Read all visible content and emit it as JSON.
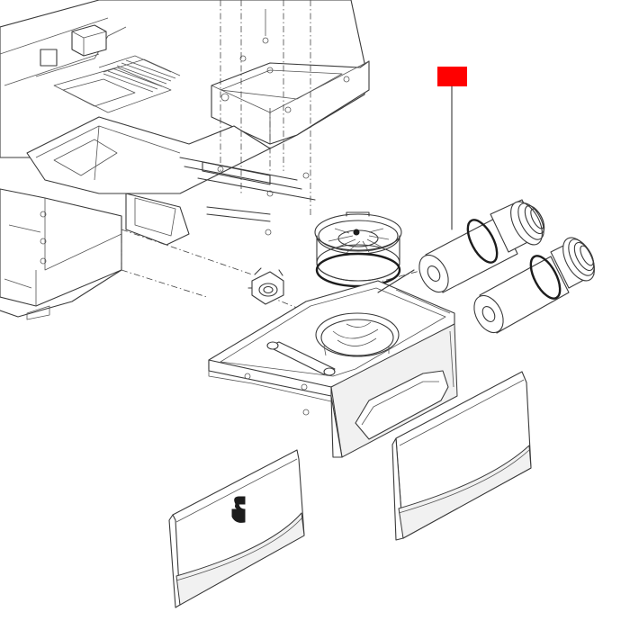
{
  "diagram": {
    "highlight_color": "#ff0000",
    "line_color": "#3a3a3a",
    "background": "#ffffff",
    "parts": [
      {
        "id": "housing",
        "icon": "machine-frame"
      },
      {
        "id": "filter-tray",
        "icon": "tray"
      },
      {
        "id": "filter-element",
        "icon": "cylinder-filter"
      },
      {
        "id": "fan",
        "icon": "fan"
      },
      {
        "id": "grommet",
        "icon": "connector"
      },
      {
        "id": "front-panel-left",
        "icon": "panel-with-logo"
      },
      {
        "id": "front-panel-right",
        "icon": "panel"
      }
    ],
    "highlighted_part": "filter-element"
  }
}
